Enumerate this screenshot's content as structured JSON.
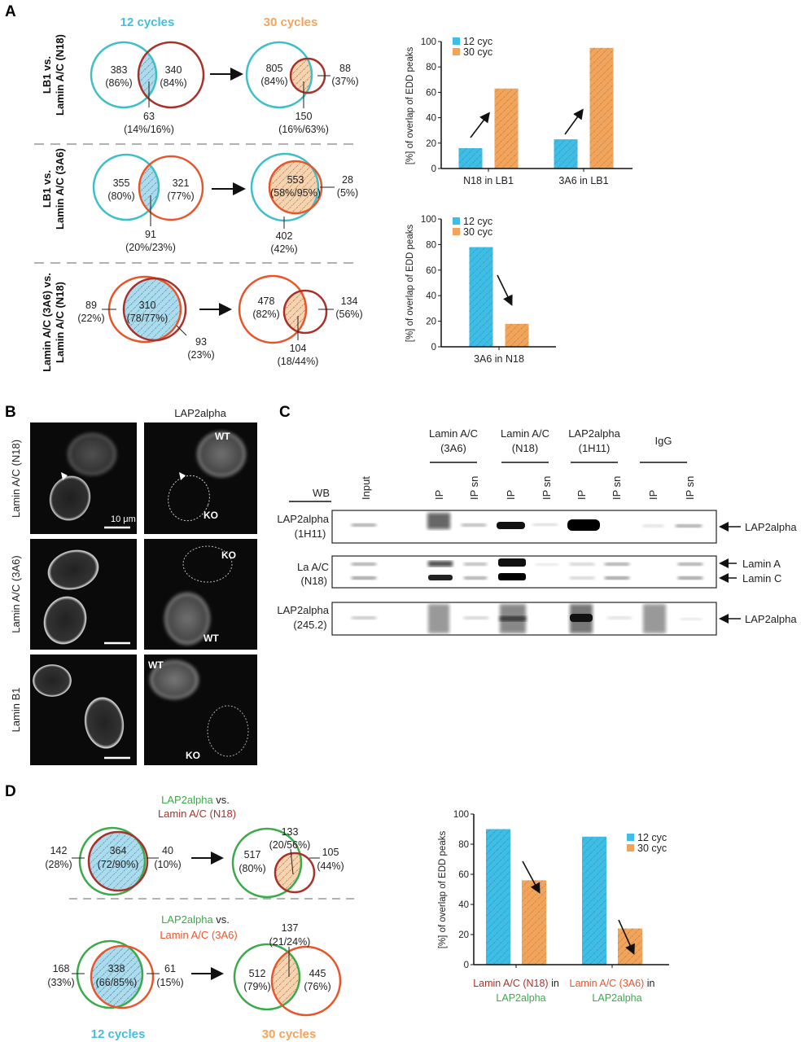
{
  "panel_labels": {
    "a": "A",
    "b": "B",
    "c": "C",
    "d": "D"
  },
  "colors": {
    "cyan_circle": "#3dbfc8",
    "lb1": "#3dbfc8",
    "n18": "#a8322a",
    "a3a6": "#e8552a",
    "lap2": "#3aaa4a",
    "bar12": "#3ebde6",
    "bar30": "#f2a55a",
    "cyan_text": "#45bde0",
    "orange_text": "#f5a35c"
  },
  "panel_a": {
    "header_12": "12 cycles",
    "header_30": "30 cycles",
    "row1": {
      "label1": "LB1 vs.",
      "label2": "Lamin A/C (N18)",
      "c12": {
        "left_n": "383",
        "left_p": "(86%)",
        "right_n": "340",
        "right_p": "(84%)",
        "ov_n": "63",
        "ov_p": "(14%/16%)"
      },
      "c30": {
        "left_n": "805",
        "left_p": "(84%)",
        "right_n": "88",
        "right_p": "(37%)",
        "ov_n": "150",
        "ov_p": "(16%/63%)"
      }
    },
    "row2": {
      "label1": "LB1 vs.",
      "label2": "Lamin A/C (3A6)",
      "c12": {
        "left_n": "355",
        "left_p": "(80%)",
        "right_n": "321",
        "right_p": "(77%)",
        "ov_n": "91",
        "ov_p": "(20%/23%)"
      },
      "c30": {
        "ov_n": "553",
        "ov_p": "(58%/95%)",
        "right_n": "28",
        "right_p": "(5%)",
        "left_n": "402",
        "left_p": "(42%)"
      }
    },
    "row3": {
      "label1": "Lamin A/C (3A6) vs.",
      "label2": "Lamin A/C (N18)",
      "c12": {
        "left_n": "89",
        "left_p": "(22%)",
        "ov_n": "310",
        "ov_p": "(78/77%)",
        "right_n": "93",
        "right_p": "(23%)"
      },
      "c30": {
        "left_n": "478",
        "left_p": "(82%)",
        "right_n": "134",
        "right_p": "(56%)",
        "ov_n": "104",
        "ov_p": "(18/44%)"
      }
    }
  },
  "panel_b": {
    "col_header": "LAP2alpha",
    "rows": [
      "Lamin A/C (N18)",
      "Lamin A/C (3A6)",
      "Lamin B1"
    ],
    "wt": "WT",
    "ko": "KO",
    "scale_bar": "10 μm"
  },
  "panel_c": {
    "wb_label": "WB",
    "groups": [
      {
        "line1": "Lamin A/C",
        "line2": "(3A6)"
      },
      {
        "line1": "Lamin A/C",
        "line2": "(N18)"
      },
      {
        "line1": "LAP2alpha",
        "line2": "(1H11)"
      },
      {
        "line1": "IgG",
        "line2": ""
      }
    ],
    "lanes": [
      "Input",
      "IP",
      "IP sn",
      "IP",
      "IP sn",
      "IP",
      "IP sn",
      "IP",
      "IP sn"
    ],
    "blots": [
      {
        "line1": "LAP2alpha",
        "line2": "(1H11)"
      },
      {
        "line1": "La A/C",
        "line2": "(N18)"
      },
      {
        "line1": "LAP2alpha",
        "line2": "(245.2)"
      }
    ],
    "band_labels": [
      "LAP2alpha",
      "Lamin A",
      "Lamin C",
      "LAP2alpha"
    ]
  },
  "panel_d": {
    "row1": {
      "title_a": "LAP2alpha",
      "title_vs": " vs.",
      "title_b": "Lamin A/C (N18)",
      "c12": {
        "left_n": "142",
        "left_p": "(28%)",
        "ov_n": "364",
        "ov_p": "(72/90%)",
        "right_n": "40",
        "right_p": "(10%)"
      },
      "c30": {
        "left_n": "517",
        "left_p": "(80%)",
        "ov_n": "133",
        "ov_p": "(20/56%)",
        "right_n": "105",
        "right_p": "(44%)"
      }
    },
    "row2": {
      "title_a": "LAP2alpha",
      "title_vs": " vs.",
      "title_b": "Lamin A/C (3A6)",
      "c12": {
        "left_n": "168",
        "left_p": "(33%)",
        "ov_n": "338",
        "ov_p": "(66/85%)",
        "right_n": "61",
        "right_p": "(15%)"
      },
      "c30": {
        "left_n": "512",
        "left_p": "(79%)",
        "ov_n": "137",
        "ov_p": "(21/24%)",
        "right_n": "445",
        "right_p": "(76%)"
      }
    },
    "footer_12": "12 cycles",
    "footer_30": "30 cycles"
  },
  "chart_data": [
    {
      "type": "bar",
      "title": "",
      "xlabel": "",
      "ylabel": "[%] of overlap of EDD peaks",
      "ylim": [
        0,
        100
      ],
      "yticks": [
        0,
        20,
        40,
        60,
        80,
        100
      ],
      "categories": [
        "N18 in LB1",
        "3A6 in LB1"
      ],
      "series": [
        {
          "name": "12 cyc",
          "values": [
            16,
            23
          ]
        },
        {
          "name": "30 cyc",
          "values": [
            63,
            95
          ]
        }
      ],
      "legend": "top-left",
      "trend": "up"
    },
    {
      "type": "bar",
      "title": "",
      "xlabel": "",
      "ylabel": "[%] of overlap of EDD peaks",
      "ylim": [
        0,
        100
      ],
      "yticks": [
        0,
        20,
        40,
        60,
        80,
        100
      ],
      "categories": [
        "3A6 in N18"
      ],
      "series": [
        {
          "name": "12 cyc",
          "values": [
            78
          ]
        },
        {
          "name": "30 cyc",
          "values": [
            18
          ]
        }
      ],
      "legend": "top-left",
      "trend": "down"
    },
    {
      "type": "bar",
      "title": "",
      "xlabel": "",
      "ylabel": "[%] of overlap of EDD peaks",
      "ylim": [
        0,
        100
      ],
      "yticks": [
        0,
        20,
        40,
        60,
        80,
        100
      ],
      "categories": [
        "Lamin A/C (N18) in LAP2alpha",
        "Lamin A/C (3A6) in LAP2alpha"
      ],
      "series": [
        {
          "name": "12 cyc",
          "values": [
            90,
            85
          ]
        },
        {
          "name": "30 cyc",
          "values": [
            56,
            24
          ]
        }
      ],
      "legend": "top-right",
      "trend": "down"
    }
  ]
}
